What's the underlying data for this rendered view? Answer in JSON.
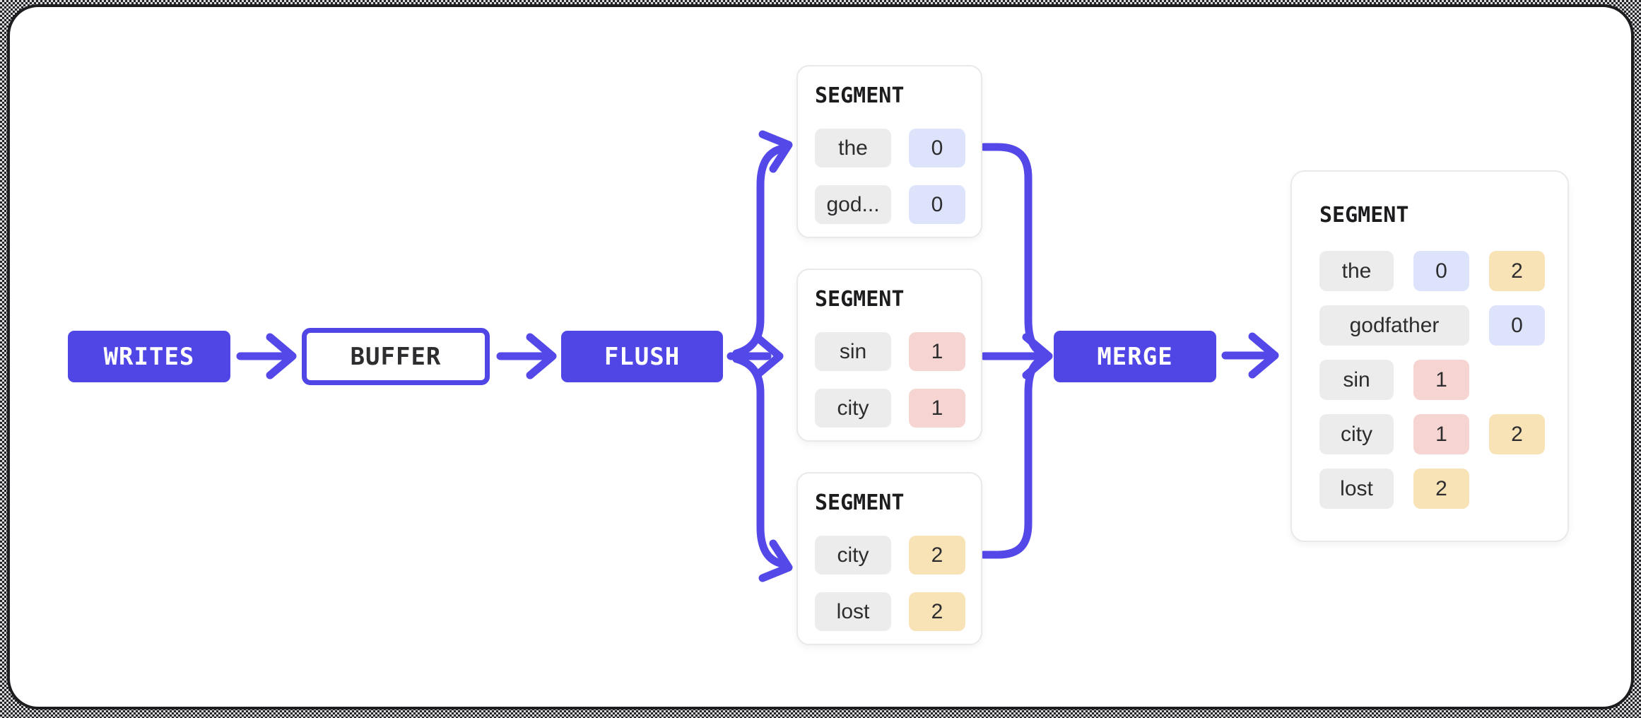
{
  "colors": {
    "accent": "#4F46E5",
    "arrow": "#5548E8",
    "frame_border": "#1D1D1F",
    "card_border": "#E9E9E9",
    "chip_term_bg": "#ECECEC",
    "chip_blue_bg": "#DEE3FC",
    "chip_pink_bg": "#F5D4D2",
    "chip_yellow_bg": "#F8E3B7"
  },
  "nodes": {
    "writes": "WRITES",
    "buffer": "BUFFER",
    "flush": "FLUSH",
    "merge": "MERGE"
  },
  "connections": [
    "writes -> buffer",
    "buffer -> flush",
    "flush -> segment-1",
    "flush -> segment-2",
    "flush -> segment-3",
    "segment-1 -> merge",
    "segment-2 -> merge",
    "segment-3 -> merge",
    "merge -> merged-segment"
  ],
  "segments": [
    {
      "title": "SEGMENT",
      "rows": [
        {
          "term": "the",
          "postings": [
            {
              "value": "0",
              "color": "blue"
            }
          ]
        },
        {
          "term": "god...",
          "postings": [
            {
              "value": "0",
              "color": "blue"
            }
          ]
        }
      ]
    },
    {
      "title": "SEGMENT",
      "rows": [
        {
          "term": "sin",
          "postings": [
            {
              "value": "1",
              "color": "pink"
            }
          ]
        },
        {
          "term": "city",
          "postings": [
            {
              "value": "1",
              "color": "pink"
            }
          ]
        }
      ]
    },
    {
      "title": "SEGMENT",
      "rows": [
        {
          "term": "city",
          "postings": [
            {
              "value": "2",
              "color": "yellow"
            }
          ]
        },
        {
          "term": "lost",
          "postings": [
            {
              "value": "2",
              "color": "yellow"
            }
          ]
        }
      ]
    }
  ],
  "merged_segment": {
    "title": "SEGMENT",
    "rows": [
      {
        "term": "the",
        "wide": false,
        "postings": [
          {
            "value": "0",
            "color": "blue"
          },
          {
            "value": "2",
            "color": "yellow"
          }
        ]
      },
      {
        "term": "godfather",
        "wide": true,
        "postings": [
          {
            "value": "0",
            "color": "blue"
          }
        ]
      },
      {
        "term": "sin",
        "wide": false,
        "postings": [
          {
            "value": "1",
            "color": "pink"
          }
        ]
      },
      {
        "term": "city",
        "wide": false,
        "postings": [
          {
            "value": "1",
            "color": "pink"
          },
          {
            "value": "2",
            "color": "yellow"
          }
        ]
      },
      {
        "term": "lost",
        "wide": false,
        "postings": [
          {
            "value": "2",
            "color": "yellow"
          }
        ]
      }
    ]
  }
}
